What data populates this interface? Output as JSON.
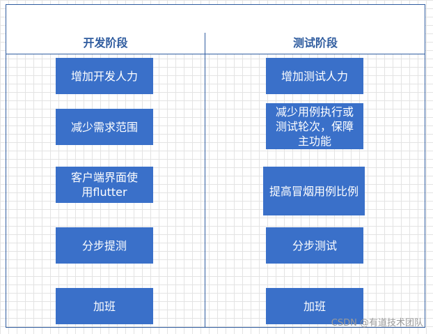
{
  "headers": {
    "left": "开发阶段",
    "right": "测试阶段"
  },
  "left_items": [
    "增加开发人力",
    "减少需求范围",
    "客户端界面使用flutter",
    "分步提测",
    "加班"
  ],
  "right_items": [
    "增加测试人力",
    "减少用例执行或测试轮次，保障主功能",
    "提高冒烟用例比例",
    "分步测试",
    "加班"
  ],
  "watermark": "CSDN @有道技术团队",
  "colors": {
    "box": "#3a70c9",
    "border": "#2f5c9f",
    "header_text": "#2f5c9f"
  }
}
